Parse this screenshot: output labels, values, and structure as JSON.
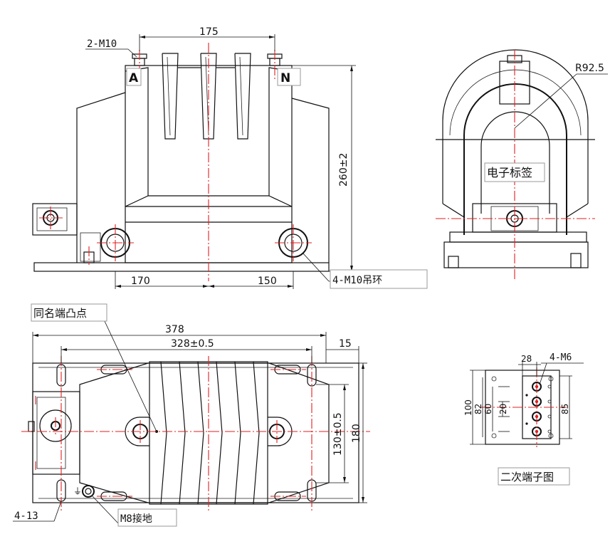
{
  "labels": {
    "bolt_terminals": "2-M10",
    "terminal_a": "A",
    "terminal_n": "N",
    "lifting_rings": "4-M10吊环",
    "electronic_tag": "电子标签",
    "radius": "R92.5",
    "same_name_point": "同名端凸点",
    "grounding": "M8接地",
    "mount_holes": "4-13",
    "secondary_screws": "4-M6",
    "secondary_title": "二次端子图"
  },
  "dims": {
    "top_spacing": "175",
    "height": "260±2",
    "left_span": "170",
    "right_span": "150",
    "total_len": "378",
    "hole_span": "328±0.5",
    "offset_15": "15",
    "width_130": "130±0.5",
    "width_180": "180",
    "sec_28": "28",
    "sec_100": "100",
    "sec_82": "82",
    "sec_60": "60",
    "sec_20": "20",
    "sec_85": "85"
  },
  "colors": {
    "outline": "#111111",
    "centerline": "#e02020"
  }
}
